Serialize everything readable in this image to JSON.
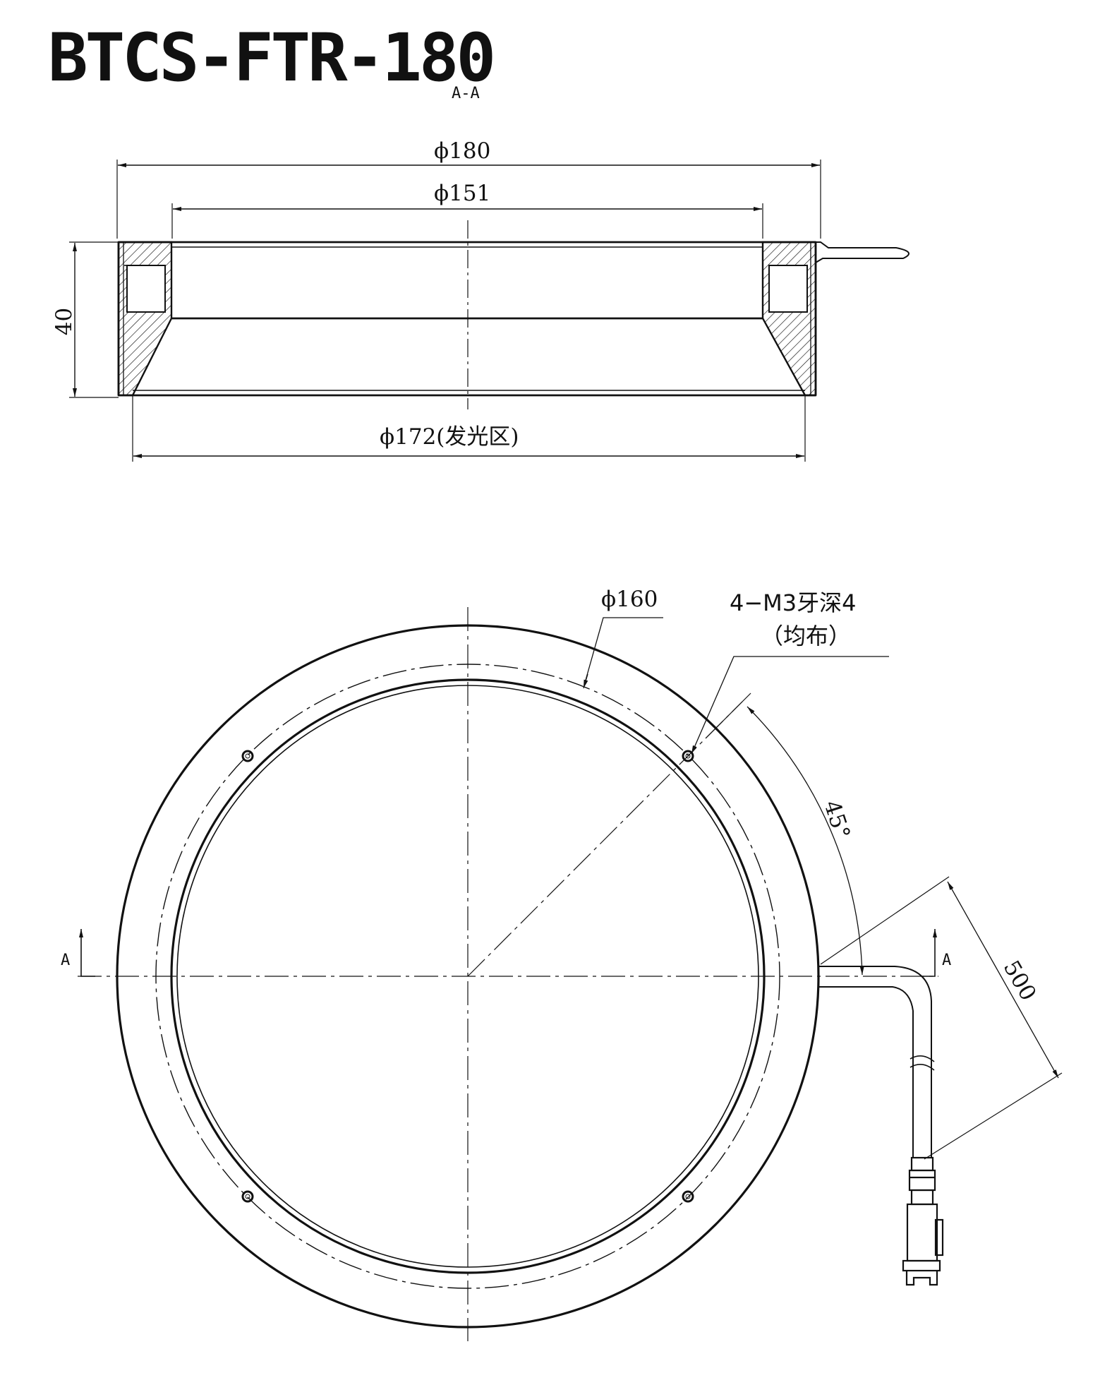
{
  "title": "BTCS-FTR-180",
  "section_view_label": "A-A",
  "section_view": {
    "dim_outer_diameter": "ϕ180",
    "dim_inner_diameter": "ϕ151",
    "dim_height": "40",
    "dim_emitting_diameter": "ϕ172(发光区)"
  },
  "plan_view": {
    "dim_bolt_circle": "ϕ160",
    "hole_note_line1": "4−M3牙深4",
    "hole_note_line2": "（均布）",
    "dim_angle": "45°",
    "dim_cable_length": "500",
    "cut_marker_left": "A",
    "cut_marker_right": "A"
  },
  "colors": {
    "line": "#111111",
    "background": "#ffffff"
  }
}
